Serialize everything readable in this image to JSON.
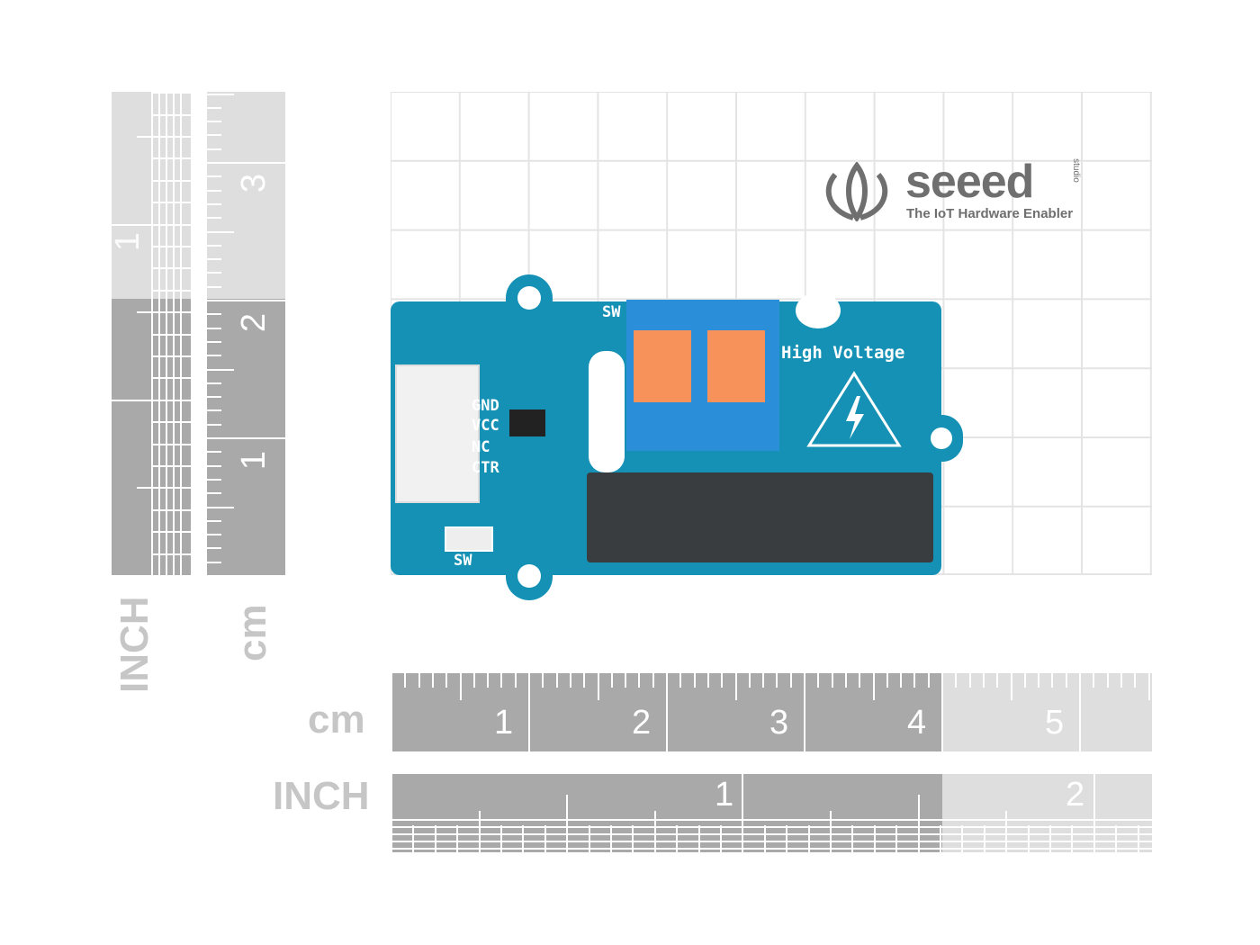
{
  "logo": {
    "brand": "seeed",
    "sub": "studio",
    "tagline": "The IoT Hardware Enabler"
  },
  "board": {
    "pins": [
      "GND",
      "VCC",
      "NC",
      "CTR"
    ],
    "sw_top": "SW",
    "sw_bottom": "SW",
    "warning": "High Voltage",
    "colors": {
      "pcb": "#1591b5",
      "terminal": "#2a8fd8",
      "lever": "#f6925a",
      "relay": "#3a3d40"
    }
  },
  "rulers": {
    "left_inch": {
      "unit": "INCH",
      "labels": [
        "1"
      ]
    },
    "left_cm": {
      "unit": "cm",
      "labels": [
        "3",
        "2",
        "1"
      ]
    },
    "bottom_cm": {
      "unit": "cm",
      "labels": [
        "1",
        "2",
        "3",
        "4",
        "5"
      ]
    },
    "bottom_inch": {
      "unit": "INCH",
      "labels": [
        "1",
        "2"
      ]
    }
  }
}
